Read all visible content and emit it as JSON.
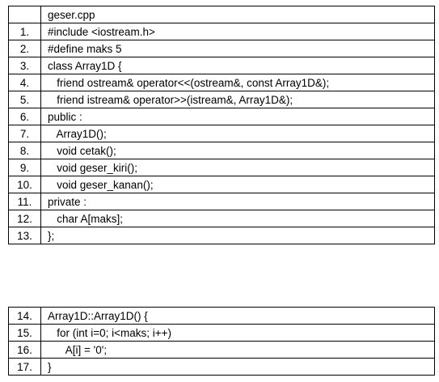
{
  "top_table": {
    "header": {
      "number": "",
      "code": "geser.cpp"
    },
    "rows": [
      {
        "number": "1.",
        "code": "#include <iostream.h>"
      },
      {
        "number": "2.",
        "code": "#define maks 5"
      },
      {
        "number": "3.",
        "code": "class Array1D {"
      },
      {
        "number": "4.",
        "code": "   friend ostream& operator<<(ostream&, const Array1D&);"
      },
      {
        "number": "5.",
        "code": "   friend istream& operator>>(istream&, Array1D&);"
      },
      {
        "number": "6.",
        "code": "public :"
      },
      {
        "number": "7.",
        "code": "   Array1D();"
      },
      {
        "number": "8.",
        "code": "   void cetak();"
      },
      {
        "number": "9.",
        "code": "   void geser_kiri();"
      },
      {
        "number": "10.",
        "code": "   void geser_kanan();"
      },
      {
        "number": "11.",
        "code": "private :"
      },
      {
        "number": "12.",
        "code": "   char A[maks];"
      },
      {
        "number": "13.",
        "code": "};"
      }
    ]
  },
  "bottom_table": {
    "rows": [
      {
        "number": "14.",
        "code": "Array1D::Array1D() {"
      },
      {
        "number": "15.",
        "code": "   for (int i=0; i<maks; i++)"
      },
      {
        "number": "16.",
        "code": "      A[i] = '0';"
      },
      {
        "number": "17.",
        "code": "}"
      }
    ]
  }
}
